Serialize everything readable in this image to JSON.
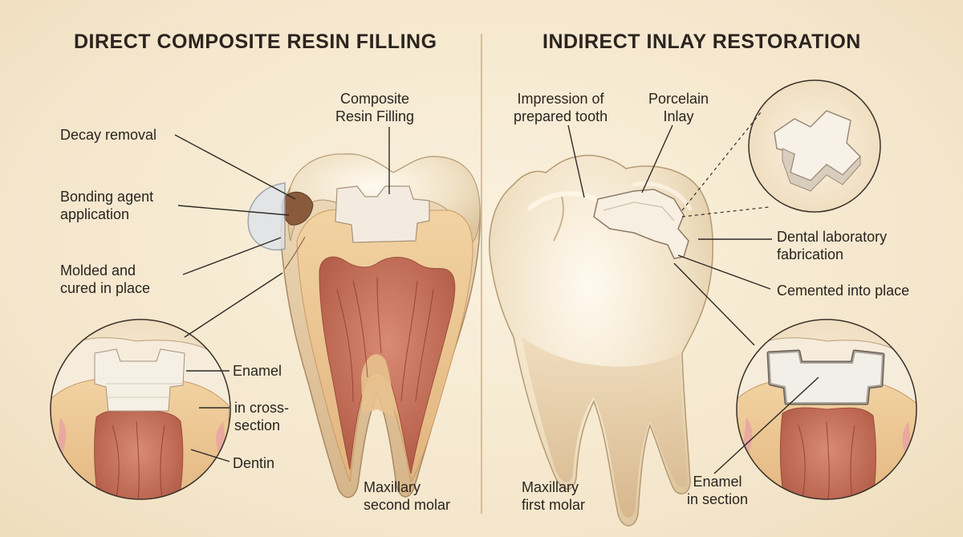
{
  "left_panel": {
    "title": "DIRECT COMPOSITE RESIN FILLING",
    "labels": {
      "composite_resin": [
        "Composite",
        "Resin Filling"
      ],
      "decay_removal": [
        "Decay removal"
      ],
      "bonding_agent": [
        "Bonding agent",
        "application"
      ],
      "molded_cured": [
        "Molded and",
        "cured in place"
      ],
      "enamel": [
        "Enamel"
      ],
      "cross_section": [
        "in cross-",
        "section"
      ],
      "dentin": [
        "Dentin"
      ],
      "molar": [
        "Maxillary",
        "second molar"
      ]
    }
  },
  "right_panel": {
    "title": "INDIRECT INLAY RESTORATION",
    "labels": {
      "impression": [
        "Impression of",
        "prepared tooth"
      ],
      "porcelain_inlay": [
        "Porcelain",
        "Inlay"
      ],
      "lab_fabrication": [
        "Dental laboratory",
        "fabrication"
      ],
      "cemented": [
        "Cemented into place"
      ],
      "molar": [
        "Maxillary",
        "first molar"
      ],
      "enamel_section": [
        "Enamel",
        "in section"
      ]
    }
  },
  "colors": {
    "background": "#f6ead2",
    "enamel": "#f7eddd",
    "dentin": "#eccb9a",
    "pulp": "#c46e57",
    "filling": "#f3ebdf",
    "gum": "#e9a9a0",
    "leader_line": "#2f2a26"
  }
}
